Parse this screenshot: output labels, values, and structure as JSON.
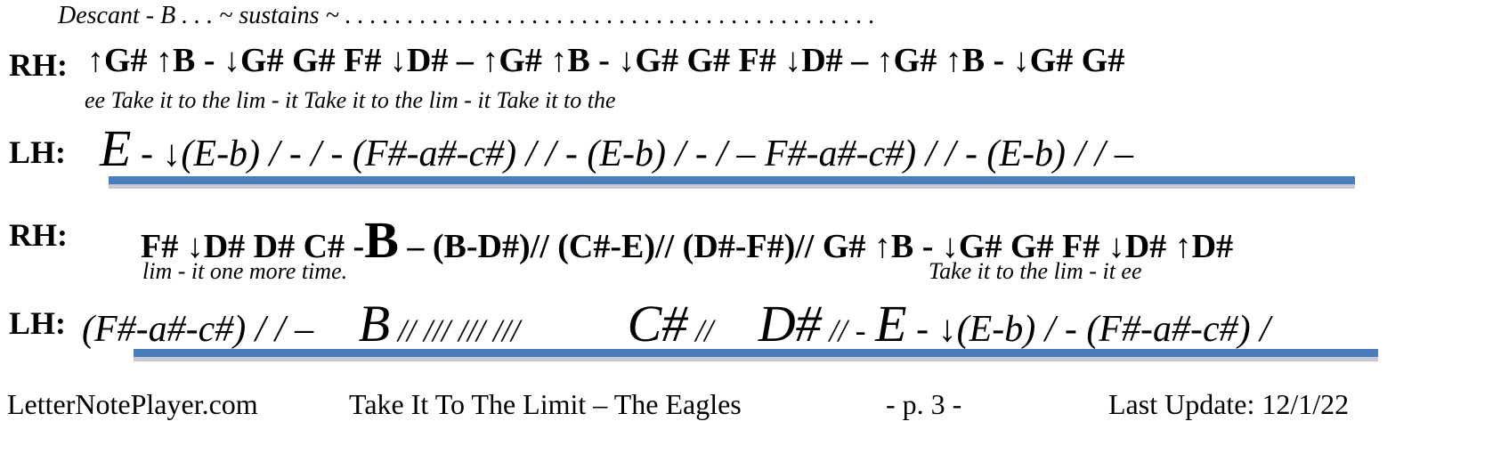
{
  "header": {
    "descant": "Descant - B . . . ~  sustains  ~  . . . . . . . . . . . . . . . . . . . . . .    . . . . . . . . . . . . . . . . . . . . ."
  },
  "labels": {
    "rh": "RH:",
    "lh": "LH:"
  },
  "system1": {
    "rh": "↑G# ↑B -  ↓G# G#  F# ↓D#      –       ↑G# ↑B - ↓G# G#  F# ↓D#   –   ↑G# ↑B - ↓G# G#",
    "lyrics": "ee     Take    it          to     the    lim - it                           Take     it          to     the   lim - it                  Take     it          to     the",
    "lh_lead": "E",
    "lh": " - ↓(E-b) /  -   / -  (F#-a#-c#) / / - (E-b)   /  -  / –  F#-a#-c#) / / - (E-b)   /     / –"
  },
  "system2": {
    "rh_a": "F# ↓D#  D# C# -",
    "rh_b": "B",
    "rh_c": " –     (B-D#)// (C#-E)// (D#-F#)//  G# ↑B -  ↓G# G#  F# ↓D#  ↑D#",
    "lyrics_a": "lim - it    one more   time.",
    "lyrics_b": "Take    it          to     the    lim - it      ee",
    "lh_a": "(F#-a#-c#) / /   –",
    "lh_b": "B",
    "lh_c": " // /// /// ///",
    "lh_d": "C#",
    "lh_e": " //",
    "lh_f": "D#",
    "lh_g": " // -",
    "lh_h": "E",
    "lh_i": " - ↓(E-b) /  - (F#-a#-c#)   /"
  },
  "footer": {
    "site": "LetterNotePlayer.com",
    "song": "Take It To The Limit – The Eagles",
    "page": "-  p.   3 -",
    "update": "Last Update: 12/1/22"
  },
  "colors": {
    "bar": "#4a7ebb",
    "bar_shadow": "#c9c9d6"
  }
}
